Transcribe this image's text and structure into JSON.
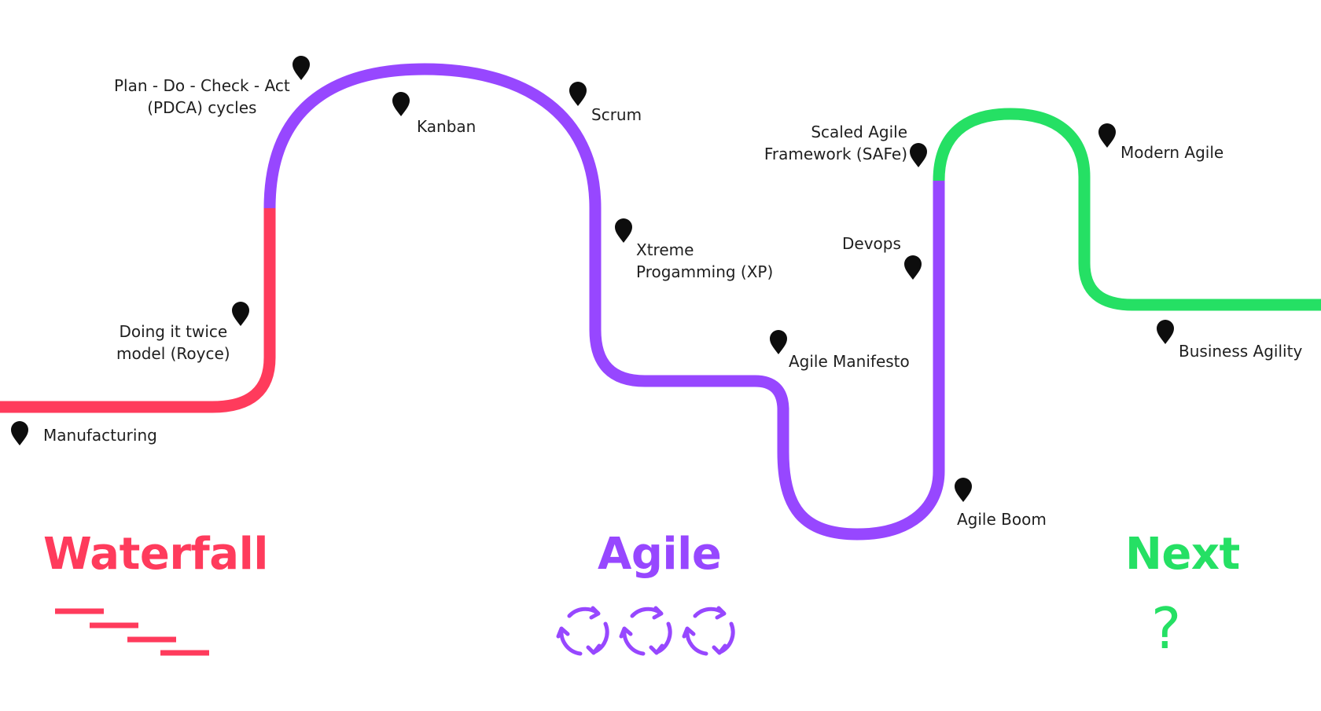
{
  "colors": {
    "waterfall": "#ff3b5c",
    "agile": "#9747ff",
    "next": "#25e064",
    "pin": "#0d0d0d",
    "text": "#1f1f1f"
  },
  "milestones": {
    "manufacturing": [
      "Manufacturing"
    ],
    "royce": [
      "Doing it twice",
      "model (Royce)"
    ],
    "pdca": [
      "Plan - Do - Check - Act",
      "(PDCA) cycles"
    ],
    "kanban": [
      "Kanban"
    ],
    "scrum": [
      "Scrum"
    ],
    "xp": [
      "Xtreme",
      "Progamming (XP)"
    ],
    "manifesto": [
      "Agile Manifesto"
    ],
    "devops": [
      "Devops"
    ],
    "safe": [
      "Scaled Agile",
      "Framework (SAFe)"
    ],
    "boom": [
      "Agile Boom"
    ],
    "modern": [
      "Modern Agile"
    ],
    "business": [
      "Business Agility"
    ]
  },
  "phases": {
    "waterfall": "Waterfall",
    "agile": "Agile",
    "next": "Next",
    "next_symbol": "?"
  },
  "icons": {
    "pin": "map-pin-icon",
    "waterfall": "staircase-steps-icon",
    "agile": "cycle-arrows-icon"
  }
}
